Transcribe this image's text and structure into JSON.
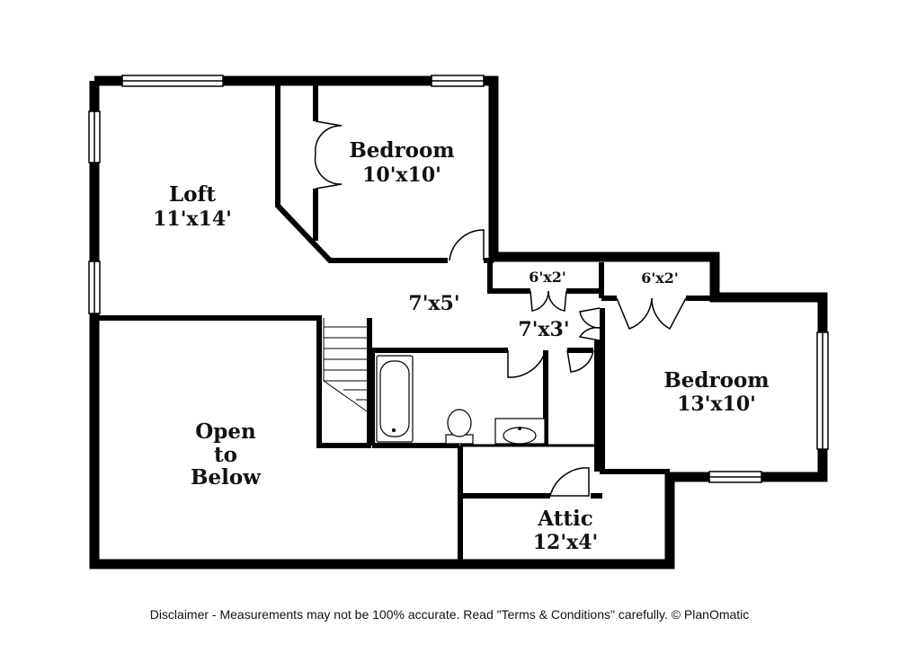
{
  "rooms": {
    "loft": {
      "name": "Loft",
      "dims": "11'x14'"
    },
    "bedroom_1": {
      "name": "Bedroom",
      "dims": "10'x10'"
    },
    "hall": {
      "dims": "7'x5'"
    },
    "closet_1": {
      "dims": "6'x2'"
    },
    "closet_2": {
      "dims": "6'x2'"
    },
    "hall_2": {
      "dims": "7'x3'"
    },
    "bedroom_2": {
      "name": "Bedroom",
      "dims": "13'x10'"
    },
    "open": {
      "line1": "Open",
      "line2": "to",
      "line3": "Below"
    },
    "attic": {
      "name": "Attic",
      "dims": "12'x4'"
    }
  },
  "disclaimer": "Disclaimer - Measurements may not be 100% accurate. Read \"Terms & Conditions\" carefully. © PlanOmatic"
}
